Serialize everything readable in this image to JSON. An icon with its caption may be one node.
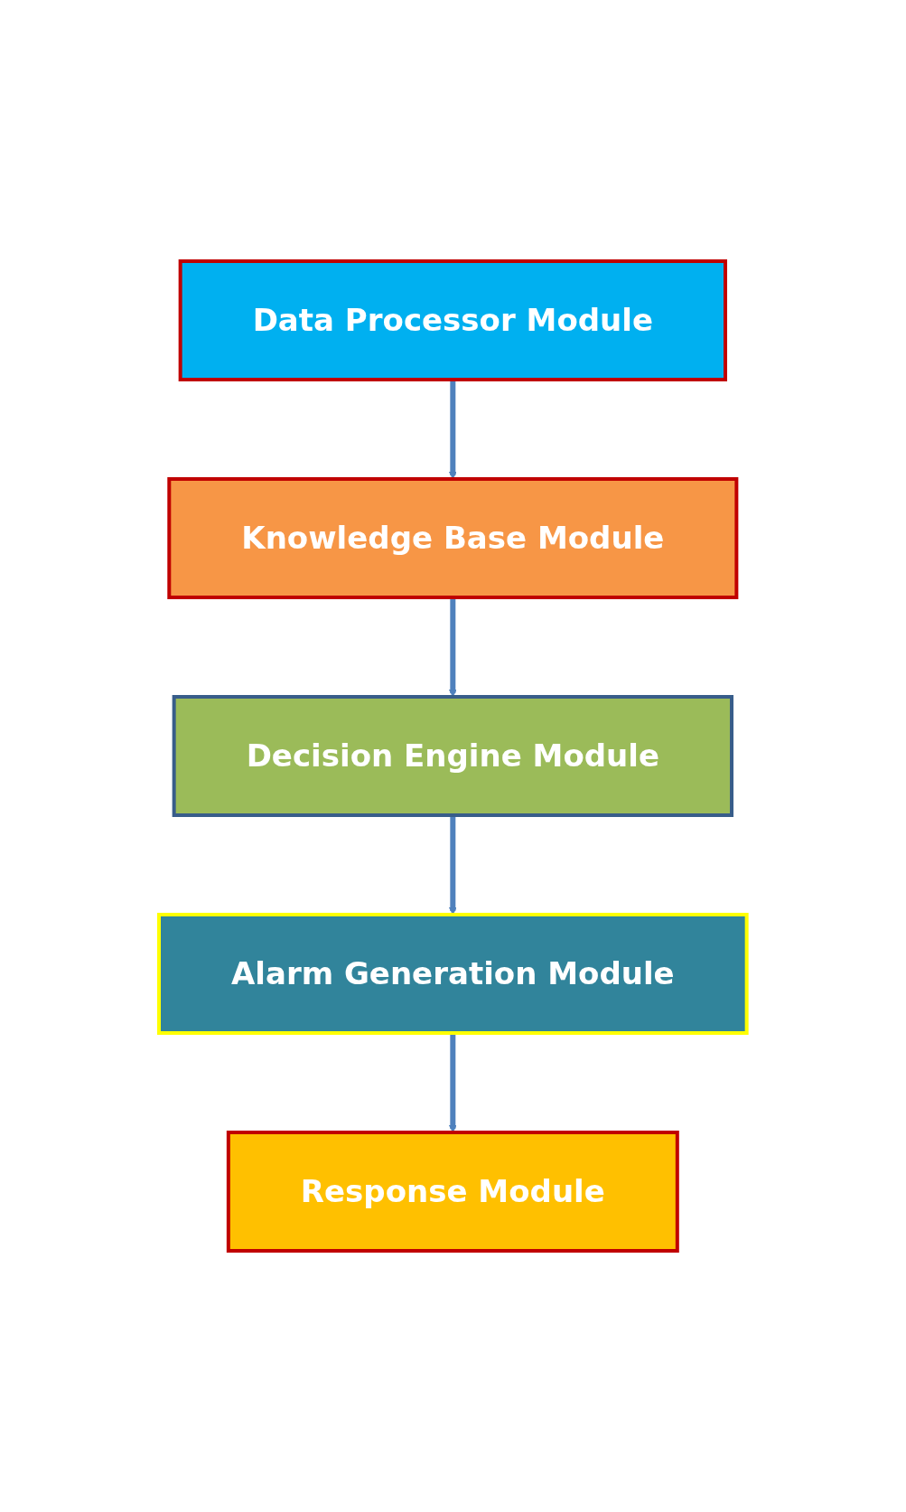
{
  "diagram": {
    "nodes": [
      {
        "text": [
          "Data Processor Module"
        ]
      },
      {
        "text": [
          "Knowledge Base Module"
        ]
      },
      {
        "text": [
          "Decision Engine Module"
        ]
      },
      {
        "text": [
          "Alarm Generation Module"
        ]
      },
      {
        "text": [
          "Response Module"
        ]
      }
    ],
    "edges": [
      {
        "from": 0,
        "to": 1,
        "arrow": "to"
      },
      {
        "from": 1,
        "to": 2,
        "arrow": "to"
      },
      {
        "from": 2,
        "to": 3,
        "arrow": "to"
      },
      {
        "from": 3,
        "to": 4,
        "arrow": "to"
      }
    ]
  }
}
